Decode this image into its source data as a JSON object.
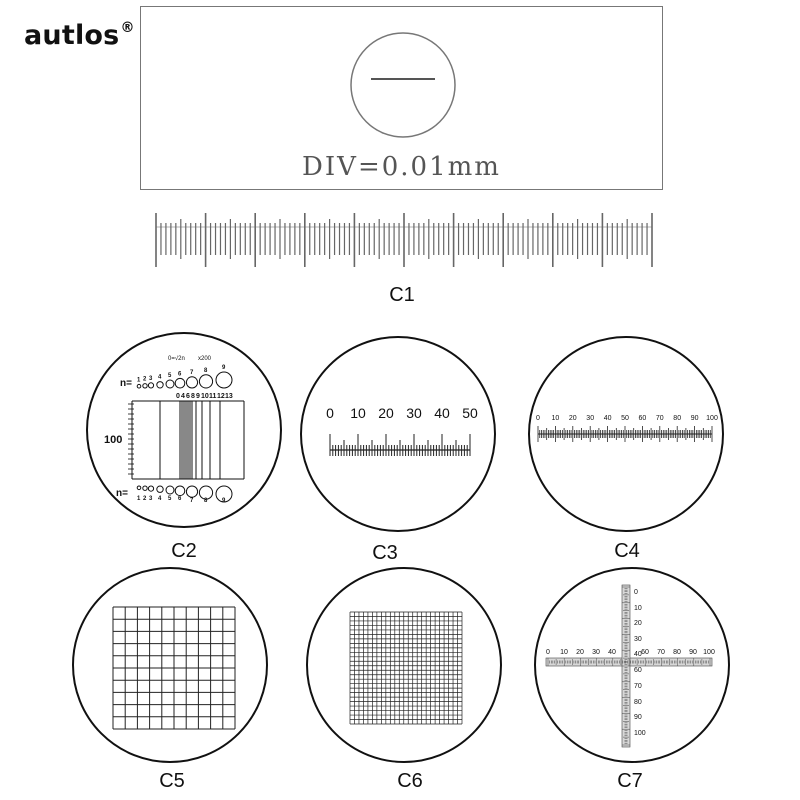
{
  "brand": {
    "name": "autlos",
    "mark": "®"
  },
  "slide": {
    "caption": "DIV=0.01mm"
  },
  "labels": {
    "c1": "C1",
    "c2": "C2",
    "c3": "C3",
    "c4": "C4",
    "c5": "C5",
    "c6": "C6",
    "c7": "C7"
  },
  "c2": {
    "top_n": "n=",
    "top_counts": [
      "1",
      "2",
      "3",
      "4",
      "5",
      "6",
      "7",
      "8",
      "9"
    ],
    "formula_left": "0=√2n",
    "formula_right": "x200",
    "number_row": [
      "0",
      "4",
      "6",
      "8",
      "9",
      "10",
      "11",
      "12",
      "13"
    ],
    "side_value": "100",
    "bottom_n": "n=",
    "bottom_counts": [
      "1",
      "2",
      "3",
      "4",
      "5",
      "6",
      "7",
      "8",
      "9"
    ]
  },
  "c3": {
    "scale_labels": [
      "0",
      "10",
      "20",
      "30",
      "40",
      "50"
    ]
  },
  "c4": {
    "scale_labels": [
      "0",
      "10",
      "20",
      "30",
      "40",
      "50",
      "60",
      "70",
      "80",
      "90",
      "100"
    ]
  },
  "c5": {
    "grid_cells": 10
  },
  "c6": {
    "grid_cells": 25
  },
  "c7": {
    "h_labels": [
      "0",
      "10",
      "20",
      "30",
      "40",
      "60",
      "70",
      "80",
      "90",
      "100"
    ],
    "v_labels": [
      "0",
      "10",
      "20",
      "30",
      "40",
      "60",
      "70",
      "80",
      "90",
      "100"
    ]
  },
  "colors": {
    "ink": "#222222",
    "border": "#777777",
    "caption": "#555555"
  }
}
